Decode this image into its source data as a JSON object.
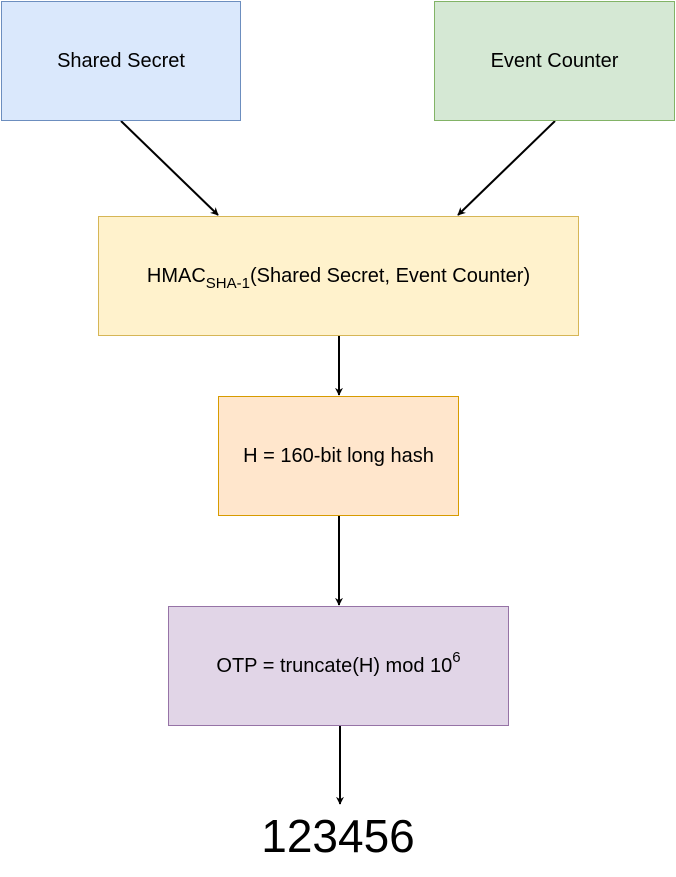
{
  "colors": {
    "secret_fill": "#dae8fc",
    "secret_border": "#6c8ebf",
    "counter_fill": "#d5e8d4",
    "counter_border": "#82b366",
    "hmac_fill": "#fff2cc",
    "hmac_border": "#d6b656",
    "hash_fill": "#ffe6cc",
    "hash_border": "#d79b00",
    "otp_fill": "#e1d5e7",
    "otp_border": "#9673a6",
    "arrow": "#000000"
  },
  "nodes": {
    "shared_secret": "Shared Secret",
    "event_counter": "Event Counter",
    "hmac": {
      "prefix": "HMAC",
      "subscript": "SHA-1",
      "suffix": "(Shared Secret, Event Counter)"
    },
    "hash": "H = 160-bit long hash",
    "otp": {
      "text": "OTP = truncate(H) mod 10",
      "superscript": "6"
    },
    "result": "123456"
  },
  "edges": [
    {
      "from": "shared_secret",
      "to": "hmac"
    },
    {
      "from": "event_counter",
      "to": "hmac"
    },
    {
      "from": "hmac",
      "to": "hash"
    },
    {
      "from": "hash",
      "to": "otp"
    },
    {
      "from": "otp",
      "to": "result"
    }
  ]
}
